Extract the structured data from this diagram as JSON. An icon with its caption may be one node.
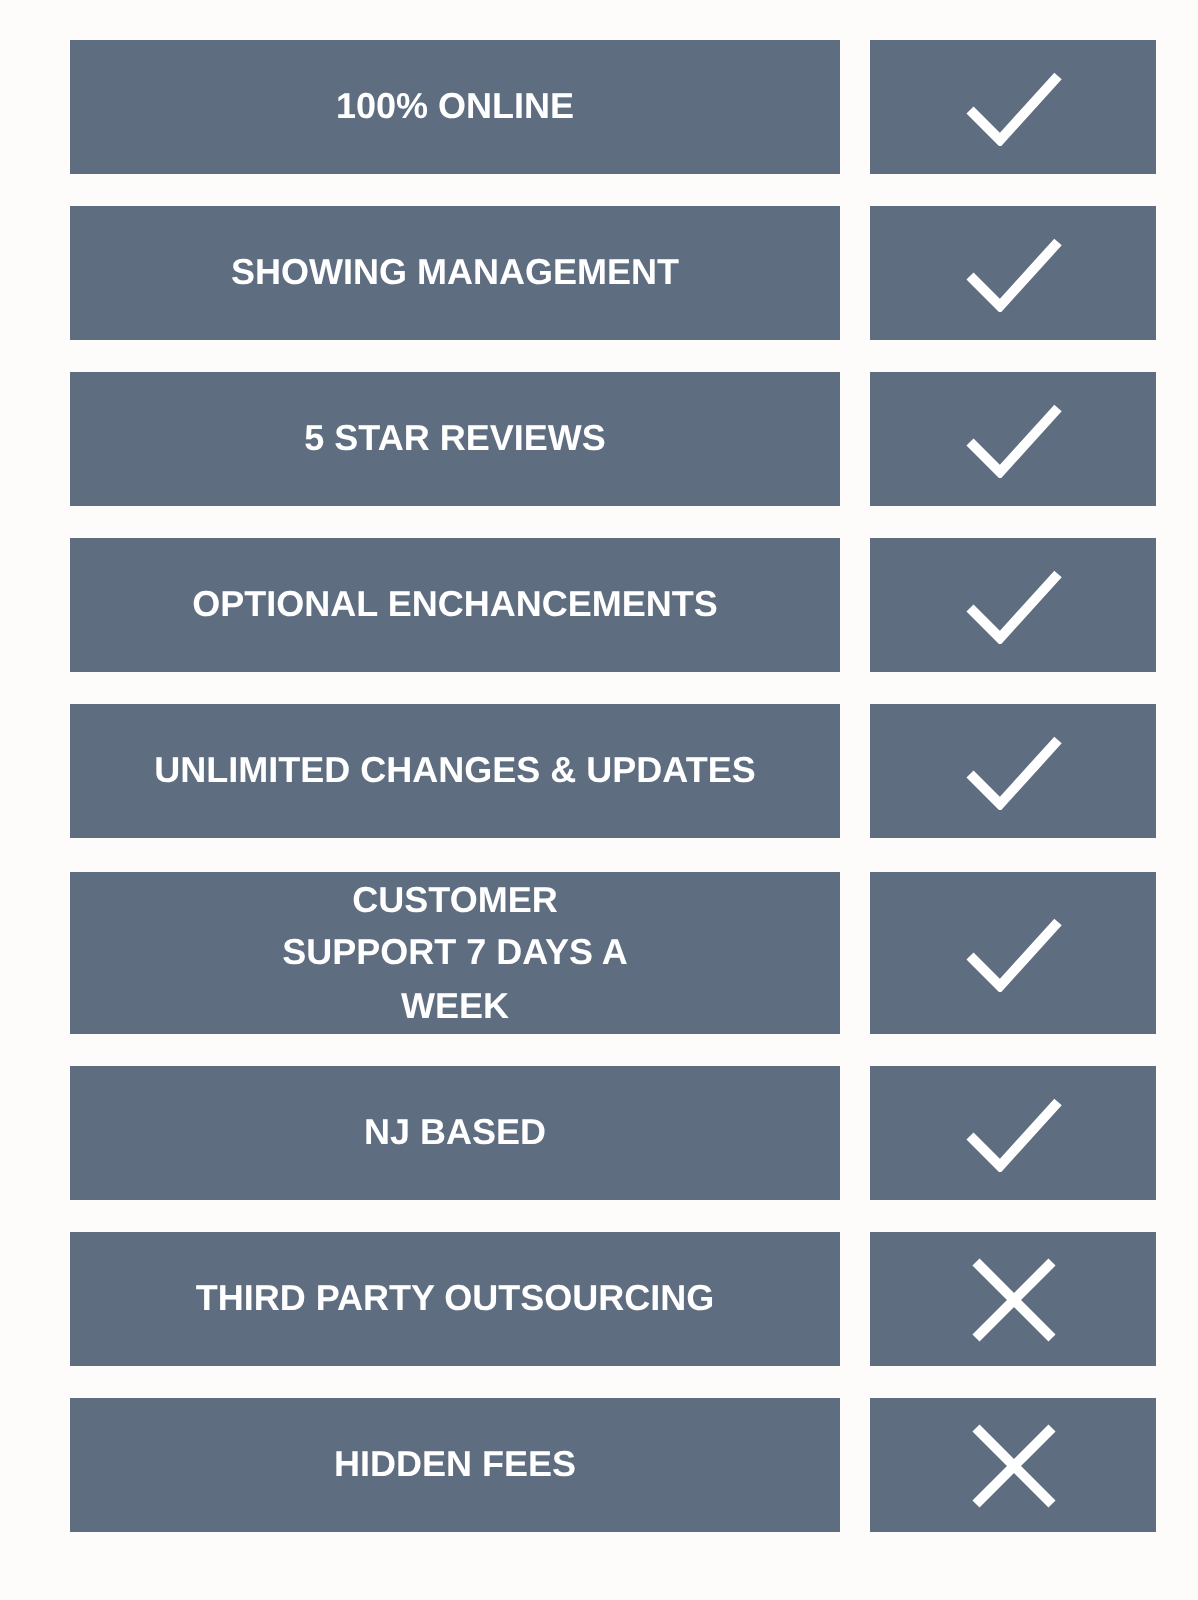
{
  "diagram": {
    "nodes": [
      {
        "text": [
          "100% ONLINE"
        ]
      },
      {
        "text": [],
        "shape": "check"
      },
      {
        "text": [
          "SHOWING MANAGEMENT"
        ]
      },
      {
        "text": [],
        "shape": "check"
      },
      {
        "text": [
          "5 STAR REVIEWS"
        ]
      },
      {
        "text": [],
        "shape": "check"
      },
      {
        "text": [
          "OPTIONAL ENCHANCEMENTS"
        ]
      },
      {
        "text": [],
        "shape": "check"
      },
      {
        "text": [
          "UNLIMITED CHANGES & UPDATES"
        ]
      },
      {
        "text": [],
        "shape": "check"
      },
      {
        "text": [
          "CUSTOMER SUPPORT 7 DAYS A WEEK"
        ]
      },
      {
        "text": [],
        "shape": "check"
      },
      {
        "text": [
          "NJ BASED"
        ]
      },
      {
        "text": [],
        "shape": "check"
      },
      {
        "text": [
          "THIRD PARTY OUTSOURCING"
        ]
      },
      {
        "text": [],
        "shape": "cross"
      },
      {
        "text": [
          "HIDDEN FEES"
        ]
      },
      {
        "text": [],
        "shape": "cross"
      }
    ]
  }
}
